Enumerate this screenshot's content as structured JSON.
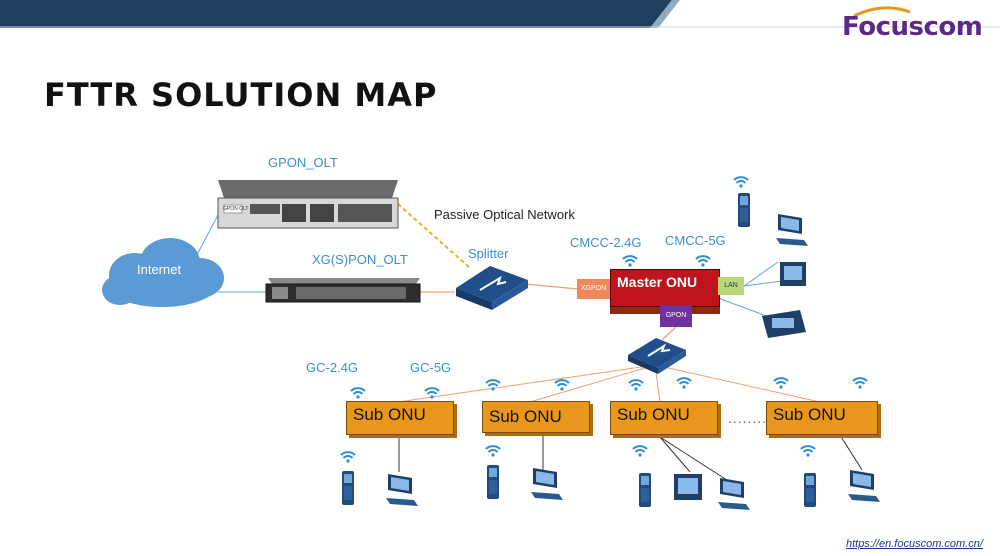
{
  "brand": {
    "name": "Focuscom"
  },
  "title": "FTTR SOLUTION MAP",
  "labels": {
    "gpon_olt": "GPON_OLT",
    "xgspon_olt": "XG(S)PON_OLT",
    "internet": "Internet",
    "pon": "Passive Optical Network",
    "splitter": "Splitter",
    "cmcc_24g": "CMCC-2.4G",
    "cmcc_5g": "CMCC-5G",
    "master_onu": "Master ONU",
    "xgpon_port": "XGPON",
    "lan_port": "LAN",
    "gpon_port": "GPON",
    "gc_24g": "GC-2.4G",
    "gc_5g": "GC-5G",
    "olt_tag": "GPON OLT",
    "ellipsis": "........"
  },
  "sub_onus": [
    {
      "label": "Sub ONU"
    },
    {
      "label": "Sub ONU"
    },
    {
      "label": "Sub ONU"
    },
    {
      "label": "Sub ONU"
    }
  ],
  "footer": {
    "url": "https://en.focuscom.com.cn/"
  },
  "colors": {
    "topbar": "#1f3f5e",
    "brand": "#5b2a86",
    "accent_blue": "#3a8fd0",
    "sub_onu": "#e8961c",
    "master_onu": "#c0141c",
    "line_orange": "#f0a070",
    "line_blue": "#5aa8e0",
    "cloud": "#5b9bd5",
    "fiber_dashed": "#f0b020"
  }
}
